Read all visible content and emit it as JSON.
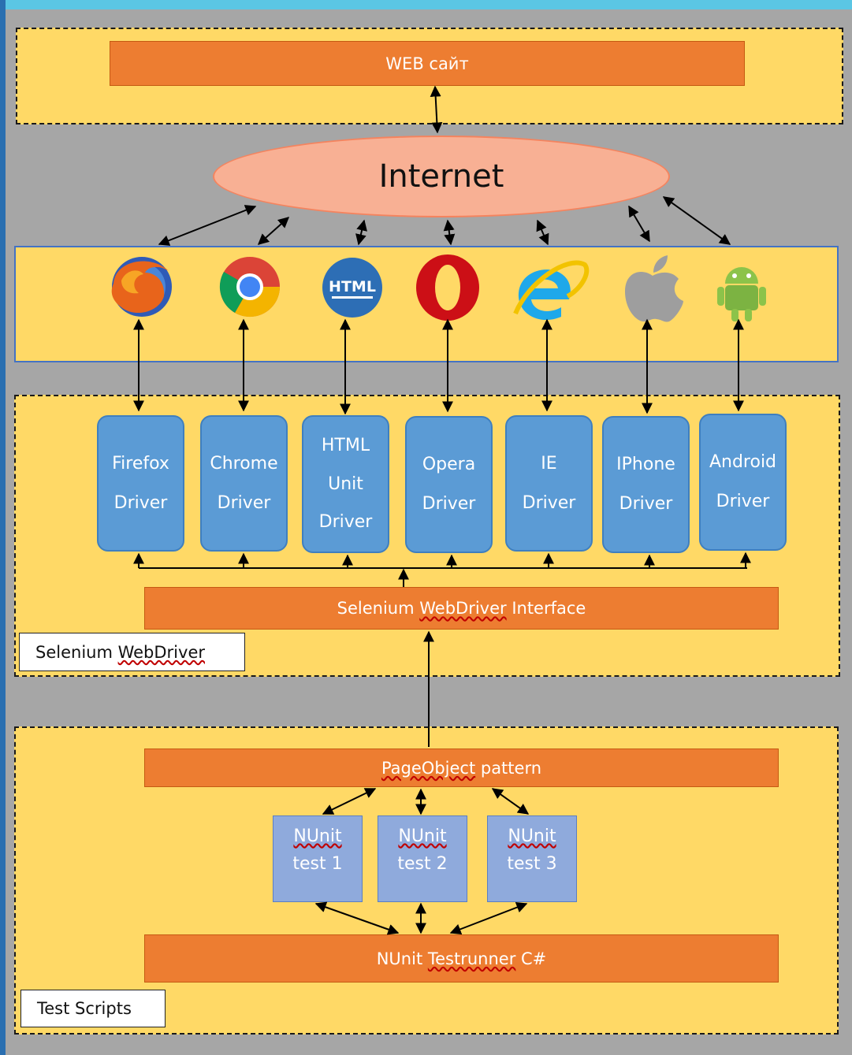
{
  "web_site": "WEB сайт",
  "internet": "Internet",
  "browsers": [
    {
      "icon": "firefox-icon"
    },
    {
      "icon": "chrome-icon"
    },
    {
      "icon": "html-icon",
      "label": "HTML"
    },
    {
      "icon": "opera-icon"
    },
    {
      "icon": "ie-icon"
    },
    {
      "icon": "apple-icon"
    },
    {
      "icon": "android-icon"
    }
  ],
  "drivers": [
    {
      "line1": "Firefox",
      "line2": "Driver"
    },
    {
      "line1": "Chrome",
      "line2": "Driver"
    },
    {
      "line1": "HTML",
      "line2": "Unit",
      "line3": "Driver"
    },
    {
      "line1": "Opera",
      "line2": "Driver"
    },
    {
      "line1": "IE",
      "line2": "Driver"
    },
    {
      "line1": "IPhone",
      "line2": "Driver"
    },
    {
      "line1": "Android",
      "line2": "Driver"
    }
  ],
  "webdriver_interface": {
    "pre": "Selenium ",
    "squiggle": "WebDriver",
    "post": " Interface"
  },
  "selenium_label": {
    "pre": "Selenium ",
    "squiggle": "WebDriver"
  },
  "pageobject": {
    "squiggle": "PageObject",
    "post": " pattern"
  },
  "tests": [
    {
      "name": "NUnit",
      "num": "test 1"
    },
    {
      "name": "NUnit",
      "num": "test 2"
    },
    {
      "name": "NUnit",
      "num": "test 3"
    }
  ],
  "testrunner": {
    "pre": "NUnit ",
    "squiggle": "Testrunner",
    "post": " C#"
  },
  "test_scripts_label": "Test Scripts",
  "colors": {
    "panel": "#ffd966",
    "orange_bar": "#ed7d31",
    "driver_blue": "#5b9bd5",
    "test_blue": "#8faadc",
    "cloud": "#f8b094",
    "background": "#a6a6a6"
  }
}
